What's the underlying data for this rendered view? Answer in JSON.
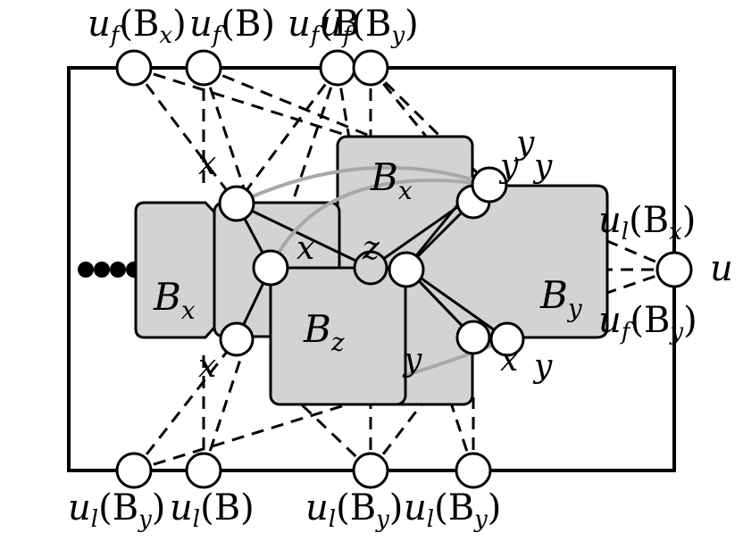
{
  "top_labels": {
    "a": "u_f(B_x)",
    "b": "u_f(B)",
    "c": "u_f(B",
    "d": "(B_y)",
    "a_main": "u",
    "a_sub": "f",
    "a_arg": "(B",
    "a_arg_sub": "x",
    "a_close": ")",
    "b_main": "u",
    "b_sub": "f",
    "b_arg": "(B)",
    "c_main": "u",
    "c_sub": "f",
    "c_arg": "(B",
    "d_main": "u",
    "d_sub": "f",
    "d_arg": "(B",
    "d_arg_sub": "y",
    "d_close": ")"
  },
  "bottom_labels": {
    "a_main": "u",
    "a_sub": "l",
    "a_arg": "(B",
    "a_arg_sub": "y",
    "a_close": ")",
    "b_main": "u",
    "b_sub": "l",
    "b_arg": "(B)",
    "c_main": "u",
    "c_sub": "l",
    "c_arg": "(B",
    "c_arg_sub": "y",
    "c_close": ")",
    "d_main": "u",
    "d_sub": "l",
    "d_arg": "(B",
    "d_arg_sub": "y",
    "d_close": ")"
  },
  "right_labels": {
    "ul_main": "u",
    "ul_sub": "l",
    "ul_arg": "(B",
    "ul_arg_sub": "x",
    "ul_close": ")",
    "uf_main": "u",
    "uf_sub": "f",
    "uf_arg": "(B",
    "uf_arg_sub": "y",
    "uf_close": ")",
    "u": "u"
  },
  "blocks": {
    "bx_left": "B",
    "bx_left_sub": "x",
    "bx_top": "B",
    "bx_top_sub": "x",
    "bz": "B",
    "bz_sub": "z",
    "by": "B",
    "by_sub": "y"
  },
  "vertex_labels": {
    "x1": "x",
    "x2": "x",
    "x3": "x",
    "x4": "x",
    "y1": "y",
    "y2": "y",
    "y3": "y",
    "y4": "y",
    "z": "z",
    "y5": "y"
  }
}
